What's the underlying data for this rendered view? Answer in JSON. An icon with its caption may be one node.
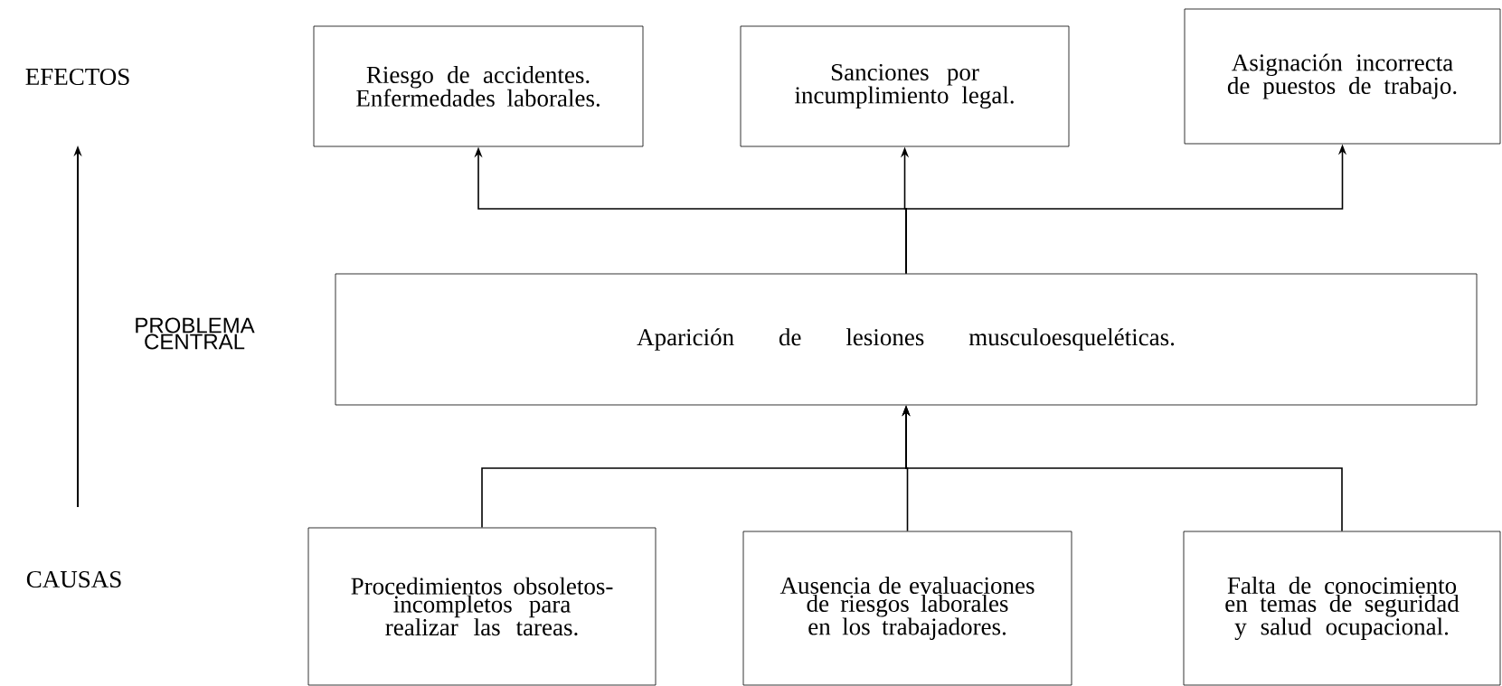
{
  "diagram": {
    "nodes": [
      {
        "text": [
          "Riesgo de accidentes. Enfermedades laborales."
        ]
      },
      {
        "text": [
          "Sanciones por incumplimiento legal."
        ]
      },
      {
        "text": [
          "Asignación incorrecta de puestos de trabajo."
        ]
      },
      {
        "text": [
          "Aparición de lesiones musculoesqueléticas."
        ]
      },
      {
        "text": [
          "Procedimientos obsoletos-incompletos para realizar las tareas."
        ]
      },
      {
        "text": [
          "Ausencia de evaluaciones de riesgos laborales en los trabajadores."
        ]
      },
      {
        "text": [
          "Falta de conocimiento en temas de seguridad y salud ocupacional."
        ]
      }
    ],
    "edges": [
      {
        "from": 3,
        "to": 0,
        "arrow": "to"
      },
      {
        "from": 3,
        "to": 1,
        "arrow": "to"
      },
      {
        "from": 3,
        "to": 2,
        "arrow": "to"
      },
      {
        "from": 4,
        "to": 3,
        "arrow": "to"
      },
      {
        "from": 5,
        "to": 3,
        "arrow": "to"
      },
      {
        "from": 6,
        "to": 3,
        "arrow": "to"
      }
    ],
    "labels": [
      "EFECTOS",
      "PROBLEMA CENTRAL",
      "CAUSAS"
    ]
  }
}
